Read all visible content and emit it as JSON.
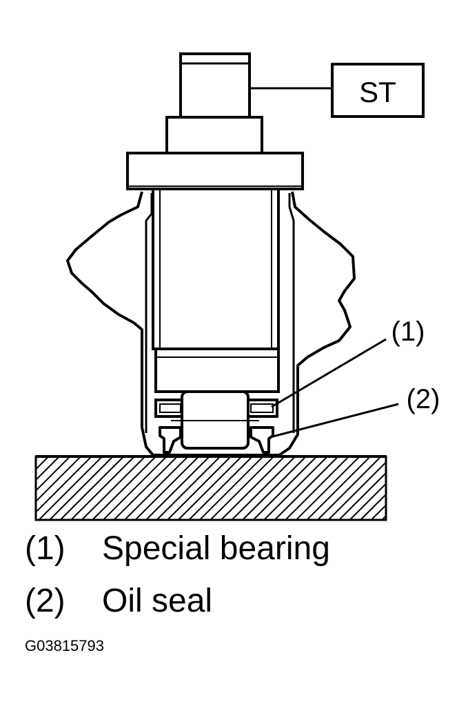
{
  "diagram": {
    "tool_label": "ST",
    "callouts": [
      "(1)",
      "(2)"
    ]
  },
  "legend": [
    {
      "number": "(1)",
      "text": "Special bearing"
    },
    {
      "number": "(2)",
      "text": "Oil seal"
    }
  ],
  "figure_code": "G03815793"
}
